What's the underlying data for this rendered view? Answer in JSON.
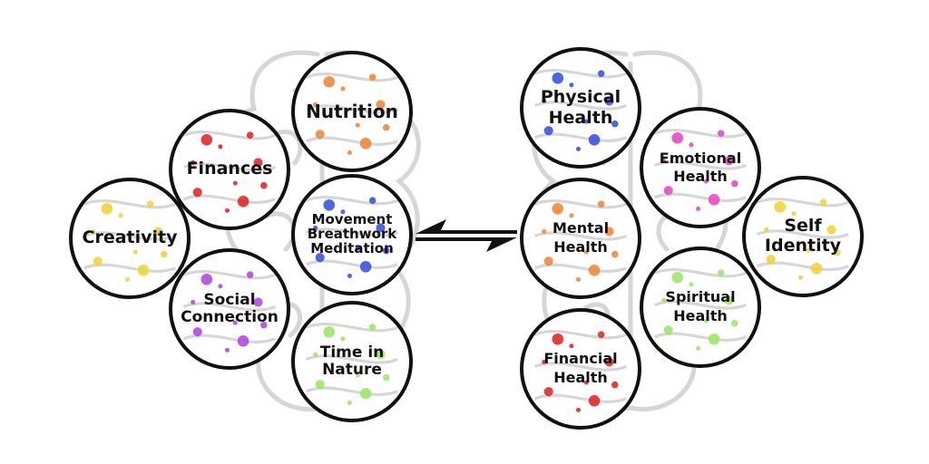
{
  "colors": {
    "outline": "#111111",
    "brain_outline": "#d6d6d6",
    "yellow": "#f2d43a",
    "red": "#e02a2a",
    "orange": "#f08a3a",
    "blue": "#3a55e0",
    "purple": "#b04ae0",
    "green": "#9ee86a",
    "pink": "#e84ac8"
  },
  "icons": {
    "background_left": "brain-outline-icon",
    "background_right": "brain-outline-icon",
    "center": "bidirectional-arrows-icon"
  },
  "practices": [
    {
      "id": "nutrition",
      "lines": [
        "Nutrition"
      ],
      "color": "orange"
    },
    {
      "id": "finances",
      "lines": [
        "Finances"
      ],
      "color": "red"
    },
    {
      "id": "creativity",
      "lines": [
        "Creativity"
      ],
      "color": "yellow"
    },
    {
      "id": "movement",
      "lines": [
        "Movement",
        "Breathwork",
        "Meditation"
      ],
      "color": "blue"
    },
    {
      "id": "social-connection",
      "lines": [
        "Social",
        "Connection"
      ],
      "color": "purple"
    },
    {
      "id": "time-in-nature",
      "lines": [
        "Time in",
        "Nature"
      ],
      "color": "green"
    }
  ],
  "health": [
    {
      "id": "physical-health",
      "lines": [
        "Physical",
        "Health"
      ],
      "color": "blue"
    },
    {
      "id": "emotional-health",
      "lines": [
        "Emotional",
        "Health"
      ],
      "color": "pink"
    },
    {
      "id": "mental-health",
      "lines": [
        "Mental",
        "Health"
      ],
      "color": "orange"
    },
    {
      "id": "self-identity",
      "lines": [
        "Self",
        "Identity"
      ],
      "color": "yellow"
    },
    {
      "id": "spiritual-health",
      "lines": [
        "Spiritual",
        "Health"
      ],
      "color": "green"
    },
    {
      "id": "financial-health",
      "lines": [
        "Financial",
        "Health"
      ],
      "color": "red"
    }
  ]
}
